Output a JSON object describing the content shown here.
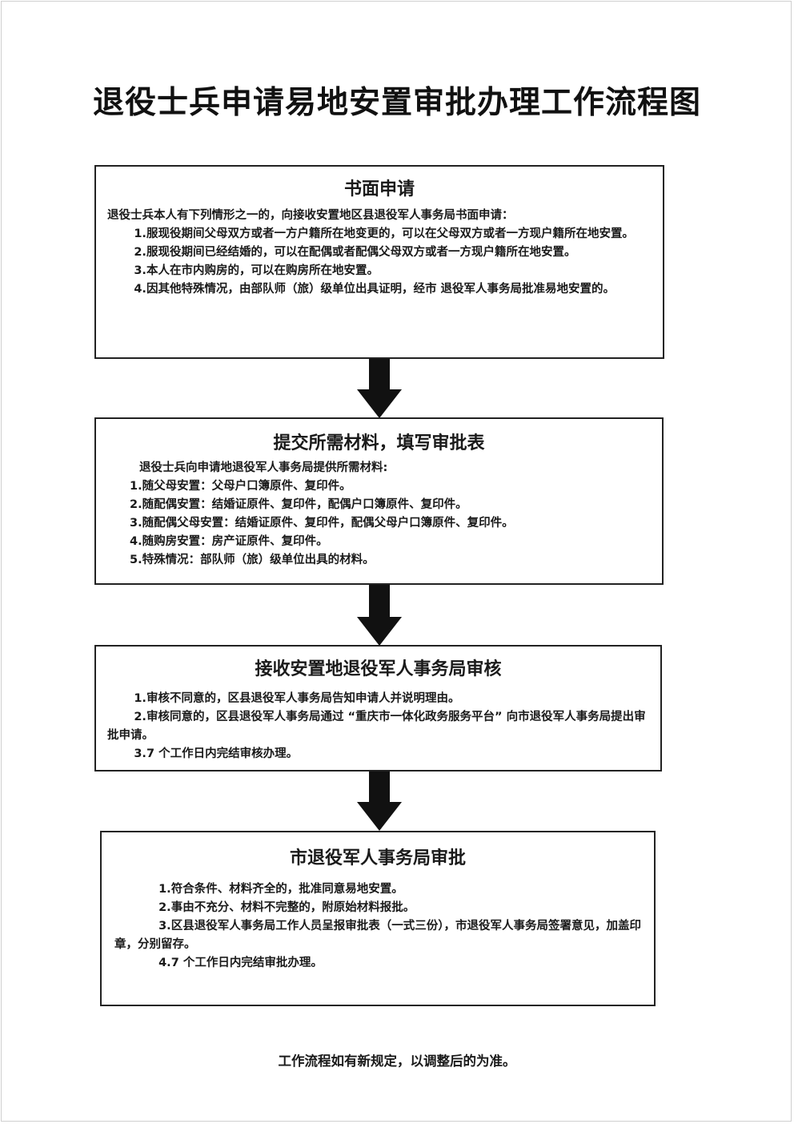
{
  "title": "退役士兵申请易地安置审批办理工作流程图",
  "steps": [
    {
      "title": "书面申请",
      "intro": "退役士兵本人有下列情形之一的，向接收安置地区县退役军人事务局书面申请：",
      "items": [
        "1.服现役期间父母双方或者一方户籍所在地变更的，可以在父母双方或者一方现户籍所在地安置。",
        "2.服现役期间已经结婚的，可以在配偶或者配偶父母双方或者一方现户籍所在地安置。",
        "3.本人在市内购房的，可以在购房所在地安置。",
        "4.因其他特殊情况，由部队师（旅）级单位出具证明，经市 退役军人事务局批准易地安置的。"
      ]
    },
    {
      "title": "提交所需材料，填写审批表",
      "intro": "退役士兵向申请地退役军人事务局提供所需材料:",
      "items": [
        "1.随父母安置：父母户口簿原件、复印件。",
        "2.随配偶安置：结婚证原件、复印件，配偶户口簿原件、复印件。",
        "3.随配偶父母安置：结婚证原件、复印件，配偶父母户口簿原件、复印件。",
        "4.随购房安置：房产证原件、复印件。",
        "5.特殊情况：部队师（旅）级单位出具的材料。"
      ]
    },
    {
      "title": "接收安置地退役军人事务局审核",
      "items": [
        "1.审核不同意的，区县退役军人事务局告知申请人并说明理由。",
        "2.审核同意的，区县退役军人事务局通过 “重庆市一体化政务服务平台” 向市退役军人事务局提出审批申请。",
        "3.7 个工作日内完结审核办理。"
      ]
    },
    {
      "title": "市退役军人事务局审批",
      "items": [
        "1.符合条件、材料齐全的，批准同意易地安置。",
        "2.事由不充分、材料不完整的，附原始材料报批。",
        "3.区县退役军人事务局工作人员呈报审批表（一式三份），市退役军人事务局签署意见，加盖印章，分别留存。",
        "4.7 个工作日内完结审批办理。"
      ]
    }
  ],
  "footnote": "工作流程如有新规定，以调整后的为准。",
  "colors": {
    "border": "#222222",
    "arrow": "#111111",
    "text": "#1a1a1a"
  }
}
